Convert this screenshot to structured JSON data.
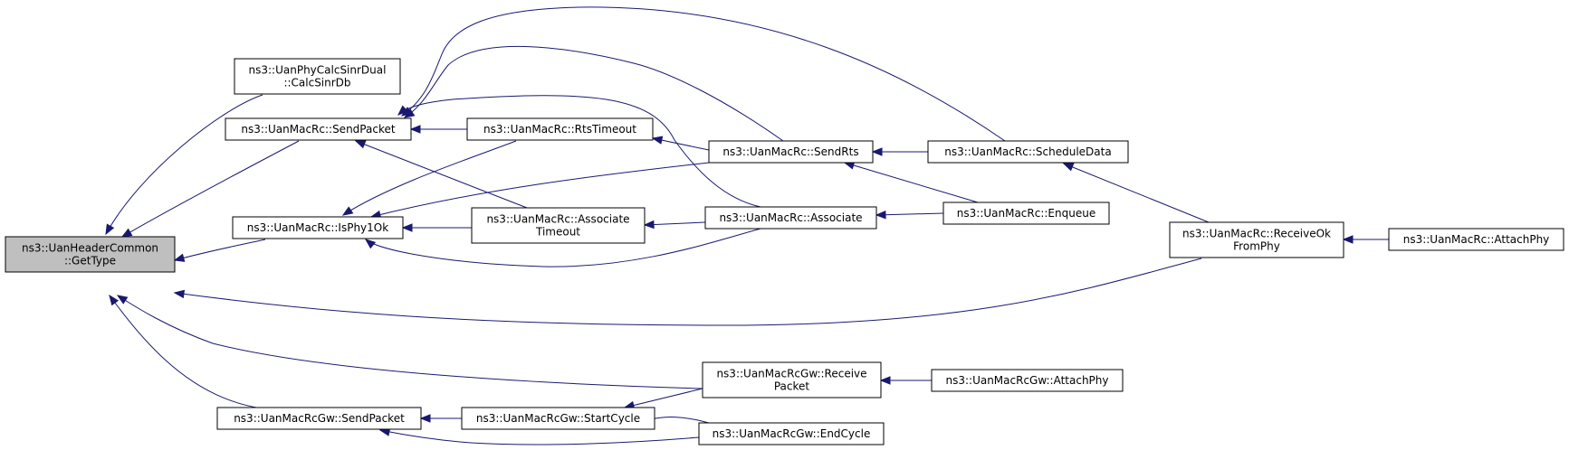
{
  "diagram": {
    "nodes": [
      {
        "id": "gettype",
        "lines": [
          "ns3::UanHeaderCommon",
          "::GetType"
        ],
        "highlight": true
      },
      {
        "id": "calcsinr",
        "lines": [
          "ns3::UanPhyCalcSinrDual",
          "::CalcSinrDb"
        ]
      },
      {
        "id": "sendpacket",
        "lines": [
          "ns3::UanMacRc::SendPacket"
        ]
      },
      {
        "id": "isphy1ok",
        "lines": [
          "ns3::UanMacRc::IsPhy1Ok"
        ]
      },
      {
        "id": "rtstimeout",
        "lines": [
          "ns3::UanMacRc::RtsTimeout"
        ]
      },
      {
        "id": "assoctimeout",
        "lines": [
          "ns3::UanMacRc::Associate",
          "Timeout"
        ]
      },
      {
        "id": "sendrts",
        "lines": [
          "ns3::UanMacRc::SendRts"
        ]
      },
      {
        "id": "associate",
        "lines": [
          "ns3::UanMacRc::Associate"
        ]
      },
      {
        "id": "scheduledata",
        "lines": [
          "ns3::UanMacRc::ScheduleData"
        ]
      },
      {
        "id": "enqueue",
        "lines": [
          "ns3::UanMacRc::Enqueue"
        ]
      },
      {
        "id": "receiveok",
        "lines": [
          "ns3::UanMacRc::ReceiveOk",
          "FromPhy"
        ]
      },
      {
        "id": "attachphy",
        "lines": [
          "ns3::UanMacRc::AttachPhy"
        ]
      },
      {
        "id": "gwsendpacket",
        "lines": [
          "ns3::UanMacRcGw::SendPacket"
        ]
      },
      {
        "id": "gwreceive",
        "lines": [
          "ns3::UanMacRcGw::Receive",
          "Packet"
        ]
      },
      {
        "id": "gwattachphy",
        "lines": [
          "ns3::UanMacRcGw::AttachPhy"
        ]
      },
      {
        "id": "gwstartcycle",
        "lines": [
          "ns3::UanMacRcGw::StartCycle"
        ]
      },
      {
        "id": "gwendcycle",
        "lines": [
          "ns3::UanMacRcGw::EndCycle"
        ]
      }
    ],
    "edges": [
      {
        "from": "calcsinr",
        "to": "gettype"
      },
      {
        "from": "sendpacket",
        "to": "gettype"
      },
      {
        "from": "isphy1ok",
        "to": "gettype"
      },
      {
        "from": "receiveok",
        "to": "gettype"
      },
      {
        "from": "gwreceive",
        "to": "gettype"
      },
      {
        "from": "gwsendpacket",
        "to": "gettype"
      },
      {
        "from": "rtstimeout",
        "to": "sendpacket"
      },
      {
        "from": "assoctimeout",
        "to": "sendpacket"
      },
      {
        "from": "sendrts",
        "to": "sendpacket"
      },
      {
        "from": "associate",
        "to": "sendpacket"
      },
      {
        "from": "scheduledata",
        "to": "sendpacket"
      },
      {
        "from": "rtstimeout",
        "to": "isphy1ok"
      },
      {
        "from": "assoctimeout",
        "to": "isphy1ok"
      },
      {
        "from": "sendrts",
        "to": "isphy1ok"
      },
      {
        "from": "associate",
        "to": "isphy1ok"
      },
      {
        "from": "sendrts",
        "to": "rtstimeout"
      },
      {
        "from": "associate",
        "to": "assoctimeout"
      },
      {
        "from": "scheduledata",
        "to": "sendrts"
      },
      {
        "from": "enqueue",
        "to": "sendrts"
      },
      {
        "from": "enqueue",
        "to": "associate"
      },
      {
        "from": "receiveok",
        "to": "scheduledata"
      },
      {
        "from": "attachphy",
        "to": "receiveok"
      },
      {
        "from": "gwattachphy",
        "to": "gwreceive"
      },
      {
        "from": "gwreceive",
        "to": "gwstartcycle"
      },
      {
        "from": "gwendcycle",
        "to": "gwstartcycle"
      },
      {
        "from": "gwstartcycle",
        "to": "gwsendpacket"
      },
      {
        "from": "gwendcycle",
        "to": "gwsendpacket"
      }
    ]
  }
}
